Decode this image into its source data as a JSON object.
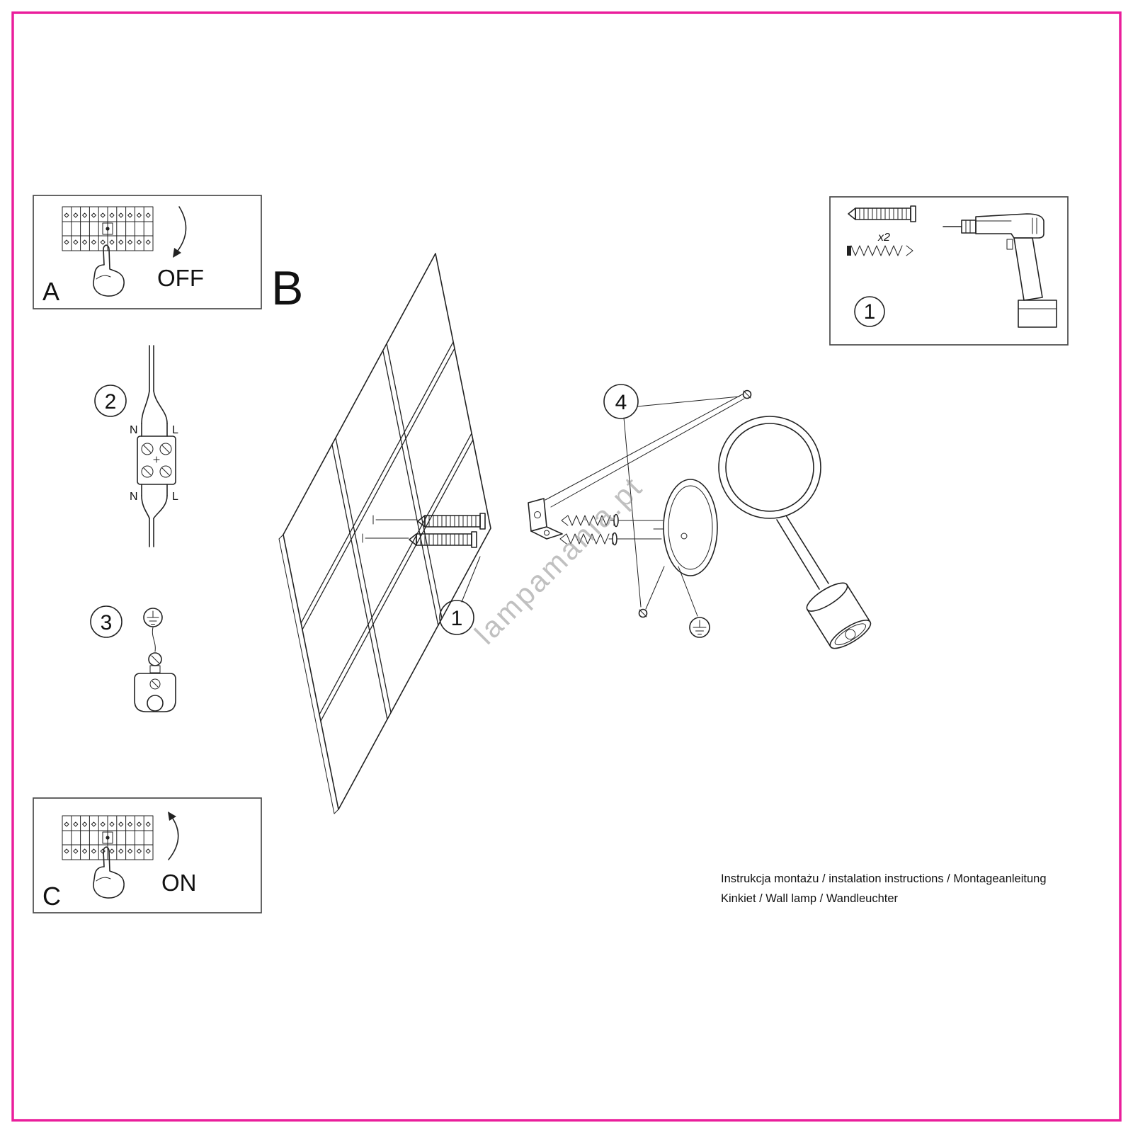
{
  "colors": {
    "border": "#ea1e9c"
  },
  "panels": {
    "a": {
      "letter": "A",
      "state": "OFF"
    },
    "b": {
      "letter": "B"
    },
    "c": {
      "letter": "C",
      "state": "ON"
    }
  },
  "badges": {
    "step1": "1",
    "step2": "2",
    "step3": "3",
    "step4": "4",
    "hw_step": "1"
  },
  "hardware": {
    "qty": "x2"
  },
  "wiring": {
    "n_top": "N",
    "l_top": "L",
    "n_bottom": "N",
    "l_bottom": "L"
  },
  "watermark": "lampamania.pt",
  "footer": {
    "line1": "Instrukcja montażu / instalation instructions / Montageanleitung",
    "line2": "Kinkiet / Wall lamp / Wandleuchter"
  }
}
